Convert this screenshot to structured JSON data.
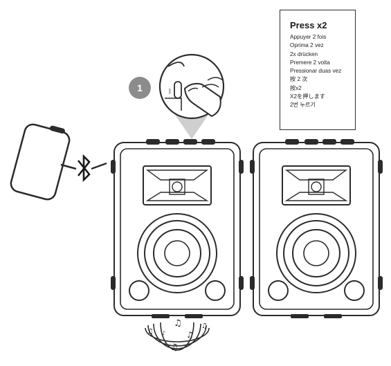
{
  "step": {
    "number": "1"
  },
  "instructions": {
    "title": "Press x2",
    "lines": [
      "Appuyer 2 fois",
      "Oprima 2 vez",
      "2x drücken",
      "Premere 2 volta",
      "Pressionar duas vez",
      "按 2 次",
      "按x2",
      "X2を押します",
      "2번 누르기"
    ]
  },
  "icons": {
    "phone": "smartphone-icon",
    "bluetooth": "bluetooth-icon",
    "music": "music-note-icon",
    "button": "bluetooth-button-icon"
  },
  "colors": {
    "line": "#2b2b2b",
    "badge": "#8c8c8c",
    "arrow": "#cfcfcf"
  }
}
